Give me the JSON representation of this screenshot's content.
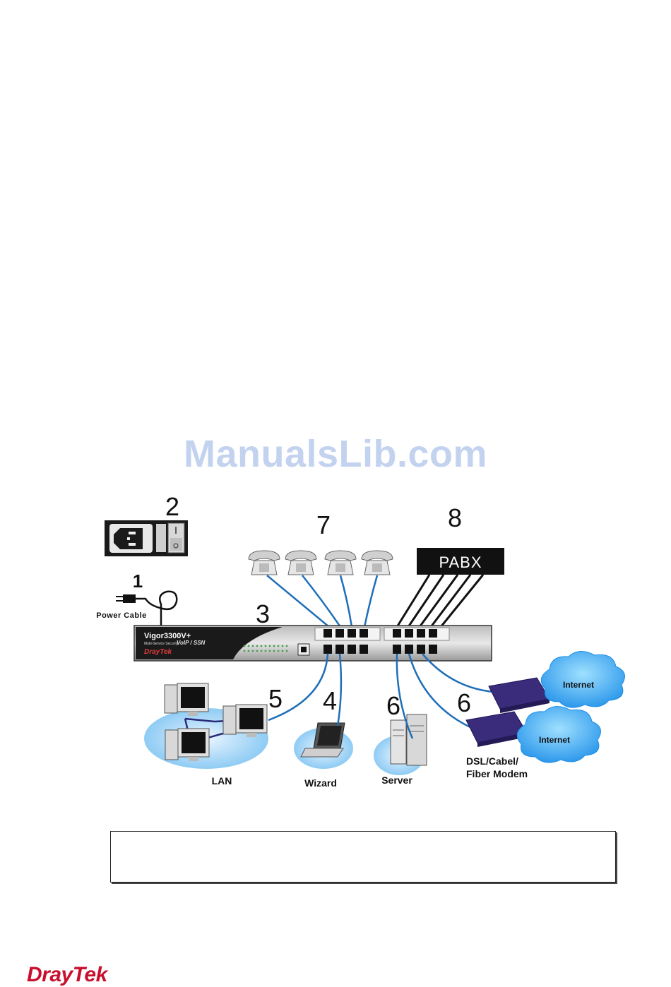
{
  "watermark": "ManualsLib.com",
  "callouts": {
    "n1": "1",
    "n2": "2",
    "n3": "3",
    "n4": "4",
    "n5": "5",
    "n6a": "6",
    "n6b": "6",
    "n7": "7",
    "n8": "8"
  },
  "labels": {
    "power_cable": "Power Cable",
    "pabx": "PABX",
    "lan": "LAN",
    "wizard": "Wizard",
    "server": "Server",
    "modem_line1": "DSL/Cabel/",
    "modem_line2": "Fiber Modem",
    "internet_1": "Internet",
    "internet_2": "Internet"
  },
  "router": {
    "model": "Vigor3300V+",
    "subtitle": "VoIP / SSN",
    "small_text": "Multi-Service Security",
    "brand": "DrayTek"
  },
  "footer": {
    "brand": "DrayTek"
  },
  "colors": {
    "cable_blue": "#1f6fb8",
    "cloud_blue": "#3aa7ef",
    "brand_red": "#c8102e",
    "watermark": "#c3d3ef"
  }
}
